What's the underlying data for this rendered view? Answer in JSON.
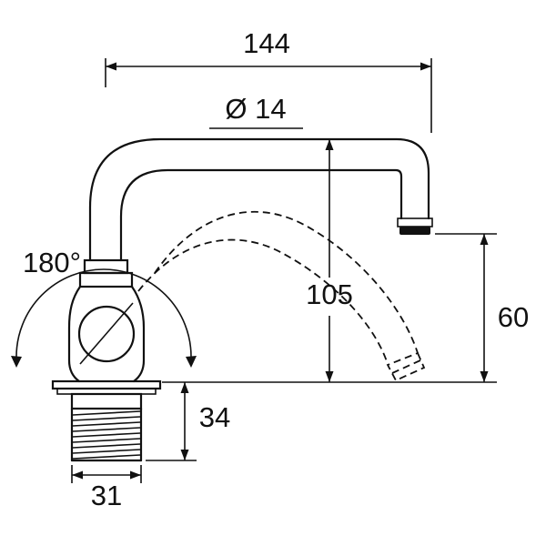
{
  "drawing": {
    "kind": "faucet-dimension-drawing",
    "labels": {
      "total_reach": "144",
      "spout_diameter": "Ø 14",
      "swivel_angle": "180°",
      "height_to_spout_top": "105",
      "outlet_height": "60",
      "thread_length": "34",
      "thread_width": "31"
    }
  }
}
